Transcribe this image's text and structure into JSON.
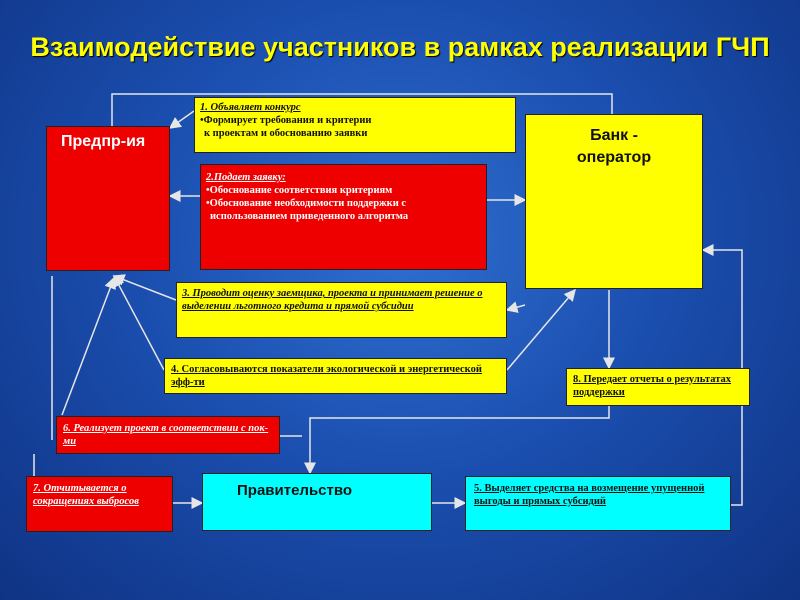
{
  "title": "Взаимодействие участников в рамках  реализации ГЧП",
  "nodes": {
    "enterprise": {
      "label": "Предпр-ия"
    },
    "bank": {
      "label": "Банк -\nоператор"
    },
    "government": {
      "label": "Правительство"
    }
  },
  "steps": {
    "s1": {
      "head": "1. Объявляет конкурс",
      "lines": [
        "•Формирует требования и критерии",
        "к проектам и обоснованию заявки"
      ]
    },
    "s2": {
      "head": "2.Подает заявку:",
      "lines": [
        "•Обоснование соответствия критериям",
        "•Обоснование необходимости поддержки с",
        "использованием приведенного алгоритма"
      ]
    },
    "s3": {
      "text": "3. Проводит оценку заемщика, проекта и принимает решение о выделении льготного кредита и прямой субсидии"
    },
    "s4": {
      "text": "4. Согласовываются показатели экологической и энергетической эфф-ти"
    },
    "s5": {
      "text": "5. Выделяет средства на возмещение упущенной выгоды и прямых субсидий"
    },
    "s6": {
      "text": "6. Реализует проект в соответствии с пок-ми"
    },
    "s7": {
      "text": "7. Отчитывается о сокращениях выбросов"
    },
    "s8": {
      "text": "8. Передает отчеты о результатах поддержки"
    }
  },
  "colors": {
    "red": "#ee0000",
    "yellow": "#ffff00",
    "cyan": "#00ffff",
    "line": "#e6e6e6",
    "title": "#ffff00"
  }
}
